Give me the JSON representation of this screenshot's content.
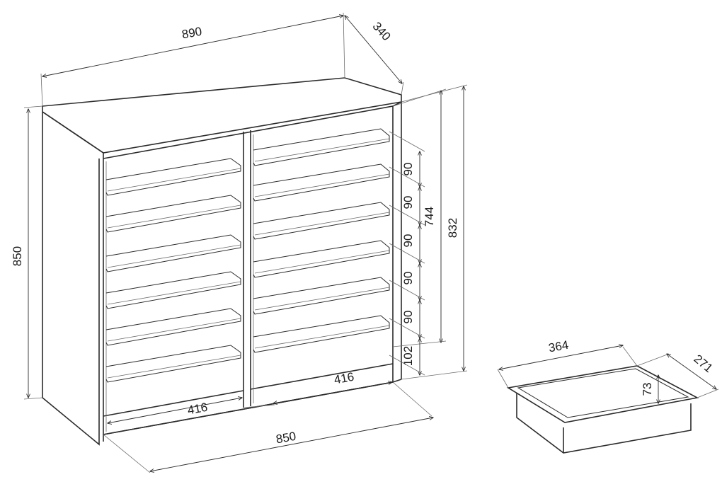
{
  "cabinet": {
    "width_label": "890",
    "depth_label": "340",
    "height_label": "850",
    "inner_height_label": "832",
    "shelf_span_label": "744",
    "shelf_pitch_labels": [
      "90",
      "90",
      "90",
      "90",
      "90"
    ],
    "bottom_gap_label": "102",
    "left_bay_width_label": "416",
    "right_bay_width_label": "416",
    "inner_width_label": "850"
  },
  "tray": {
    "width_label": "364",
    "depth_label": "271",
    "height_label": "73"
  }
}
